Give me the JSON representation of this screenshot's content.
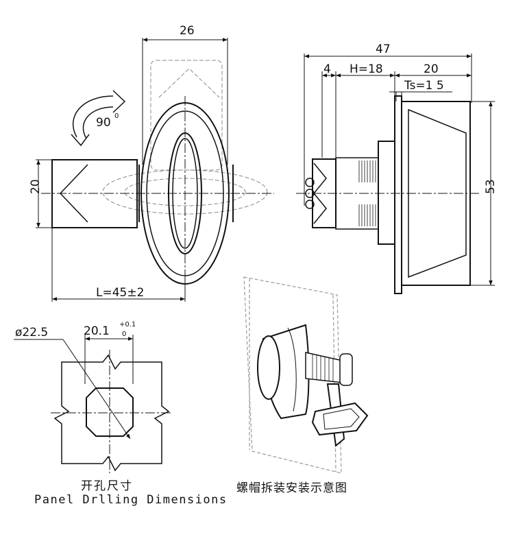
{
  "front_view": {
    "dim_width": "26",
    "dim_height": "20",
    "dim_length": "L=45±2",
    "rotation": "90",
    "rotation_sup": "0"
  },
  "side_view": {
    "dim_total": "47",
    "dim_4": "4",
    "dim_h": "H=18",
    "dim_20": "20",
    "dim_ts": "Ts=1 5",
    "dim_53": "53"
  },
  "panel": {
    "dia": "ø22.5",
    "width": "20.1",
    "tol_upper": "+0.1",
    "tol_lower": "0",
    "caption_cn": "开孔尺寸",
    "caption_en": "Panel Drlling Dimensions"
  },
  "install": {
    "caption_cn": "螺帽拆装安装示意图"
  }
}
